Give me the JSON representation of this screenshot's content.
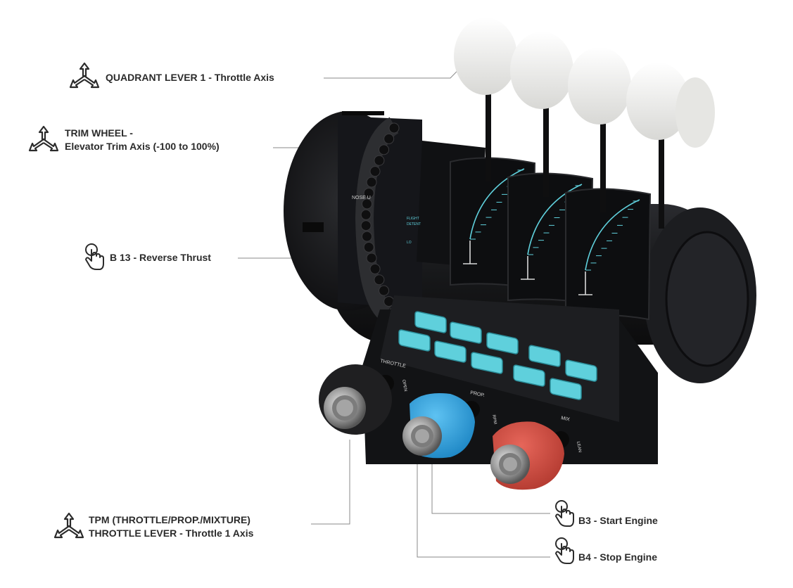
{
  "callouts": {
    "quadrant_lever": {
      "text": "QUADRANT LEVER 1 - Throttle Axis",
      "icon": "axis-icon"
    },
    "trim_wheel": {
      "line1": "TRIM WHEEL -",
      "line2": "Elevator Trim Axis (-100 to 100%)",
      "icon": "axis-icon"
    },
    "reverse_thrust": {
      "text": "B 13 - Reverse Thrust",
      "icon": "touch-icon"
    },
    "tpm_lever": {
      "line1": "TPM (THROTTLE/PROP./MIXTURE)",
      "line2": "THROTTLE LEVER - Throttle 1 Axis",
      "icon": "axis-icon"
    },
    "start_engine": {
      "text": "B3 - Start Engine",
      "icon": "touch-icon"
    },
    "stop_engine": {
      "text": "B4 - Stop Engine",
      "icon": "touch-icon"
    }
  },
  "device": {
    "panel_labels": {
      "throttle": "THROTTLE",
      "open": "OPEN",
      "prop": "PROP.",
      "rpm": "RPM",
      "mix": "MIX",
      "lean": "LEAN",
      "nose_up": "NOSE U",
      "flight_detent": "FLIGHT",
      "detent": "DETENT",
      "lo": "LO"
    },
    "colors": {
      "body": "#1a1b1e",
      "accent_cyan": "#5fd0dc",
      "lever_white": "#f2f2f0",
      "knob_blue": "#2fa3e0",
      "knob_red": "#d2493e",
      "knob_black": "#1c1c1c"
    }
  }
}
